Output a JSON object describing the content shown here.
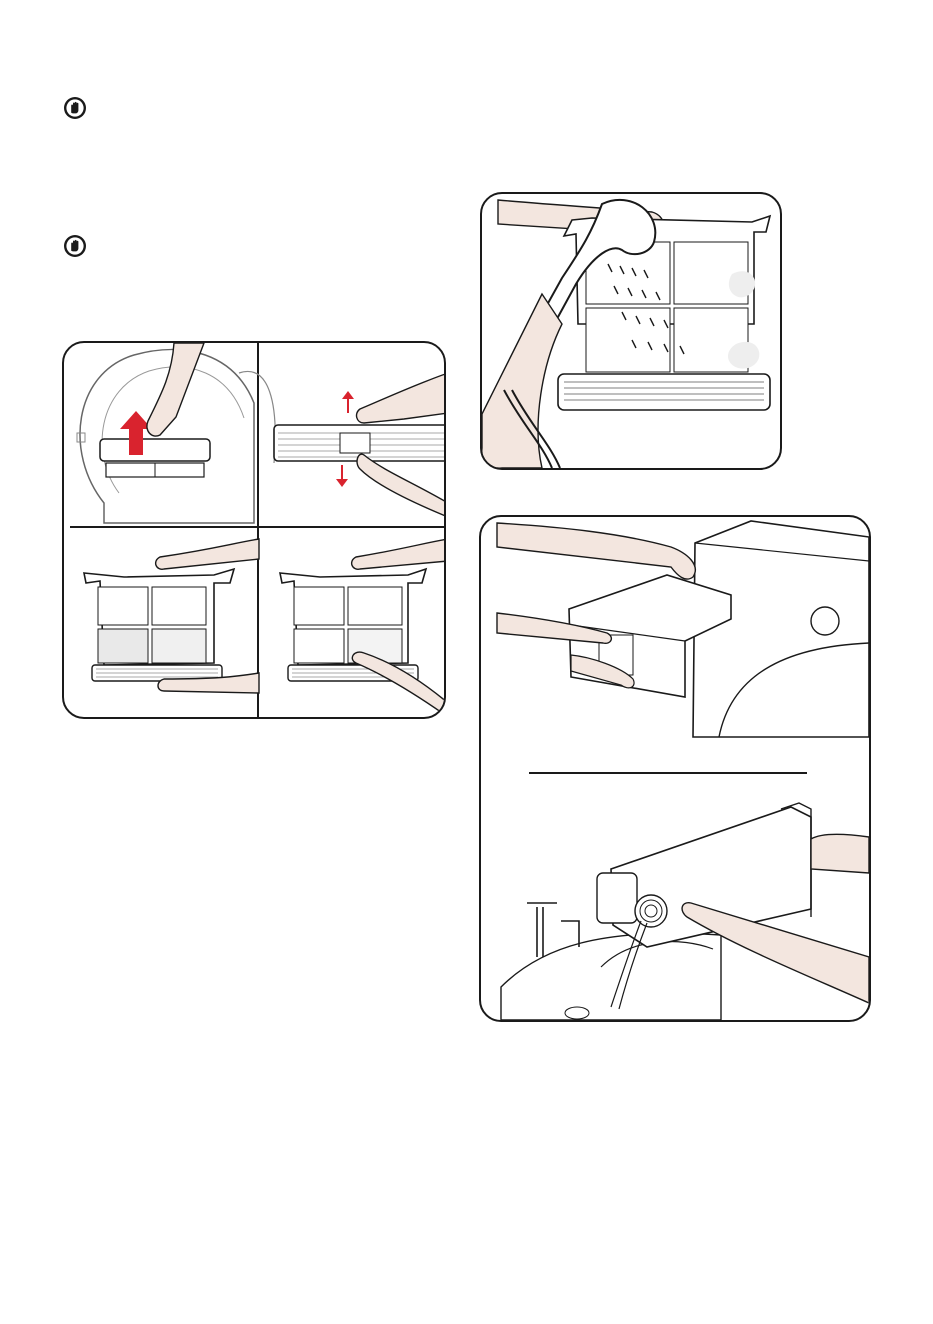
{
  "page": {
    "icons": {
      "warning_top": "hand-stop-icon",
      "warning_second": "hand-stop-icon"
    },
    "colors": {
      "skin": "#f3e6df",
      "arrow_red": "#d9232e",
      "outline": "#1a1a1a"
    },
    "illustrations": [
      {
        "name": "filter-removal-steps",
        "panels": 4
      },
      {
        "name": "filter-rinsing"
      },
      {
        "name": "water-container-removal"
      },
      {
        "name": "water-container-emptying"
      }
    ]
  }
}
